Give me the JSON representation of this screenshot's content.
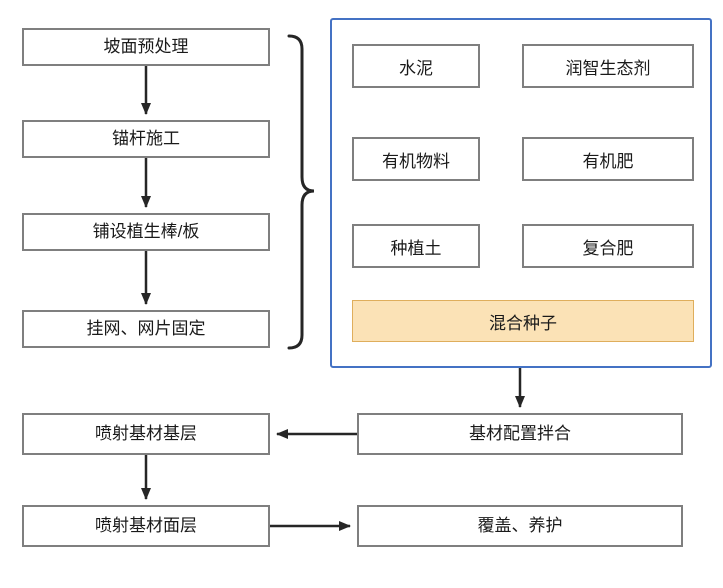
{
  "colors": {
    "panel_border": "#4472C4",
    "box_border": "#7F7F7F",
    "arrow_color": "#262626",
    "highlight_fill": "#FBE2B6",
    "highlight_border": "#DFAE5C"
  },
  "flow": {
    "left_steps": [
      "坡面预处理",
      "锚杆施工",
      "铺设植生棒/板",
      "挂网、网片固定"
    ],
    "materials": [
      "水泥",
      "润智生态剂",
      "有机物料",
      "有机肥",
      "种植土",
      "复合肥"
    ],
    "mixed_seeds": "混合种子",
    "mixing": "基材配置拌合",
    "spray_base": "喷射基材基层",
    "spray_surface": "喷射基材面层",
    "cover": "覆盖、养护"
  }
}
